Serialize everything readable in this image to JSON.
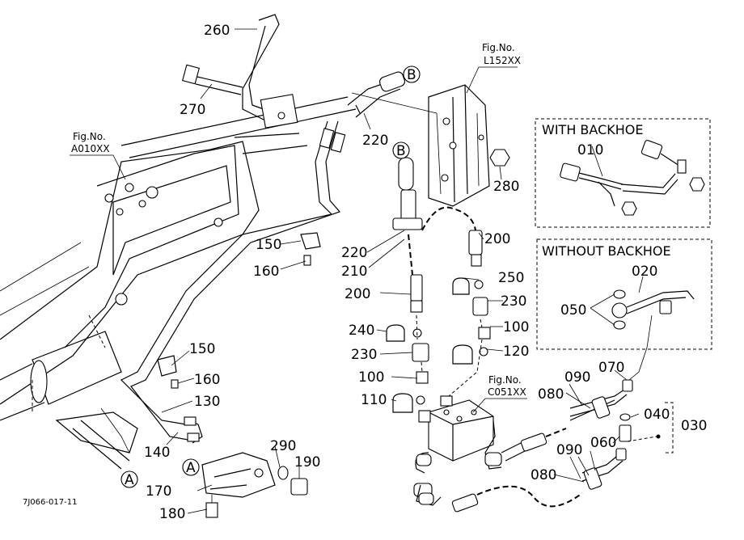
{
  "diagram_code": "7J066-017-11",
  "part_numbers": [
    "260",
    "270",
    "220",
    "280",
    "150",
    "160",
    "220",
    "210",
    "200",
    "200",
    "250",
    "230",
    "240",
    "230",
    "100",
    "120",
    "100",
    "110",
    "150",
    "160",
    "130",
    "140",
    "290",
    "190",
    "170",
    "180",
    "010",
    "020",
    "050",
    "070",
    "090",
    "080",
    "040",
    "030",
    "060",
    "090",
    "080"
  ],
  "fig_refs": {
    "l152": {
      "prefix": "Fig.No.",
      "code": "L152XX"
    },
    "a010": {
      "prefix": "Fig.No.",
      "code": "A010XX"
    },
    "c051": {
      "prefix": "Fig.No.",
      "code": "C051XX"
    }
  },
  "markers": {
    "b": "B",
    "a": "A"
  },
  "boxes": {
    "with_backhoe": "WITH BACKHOE",
    "without_backhoe": "WITHOUT BACKHOE"
  }
}
